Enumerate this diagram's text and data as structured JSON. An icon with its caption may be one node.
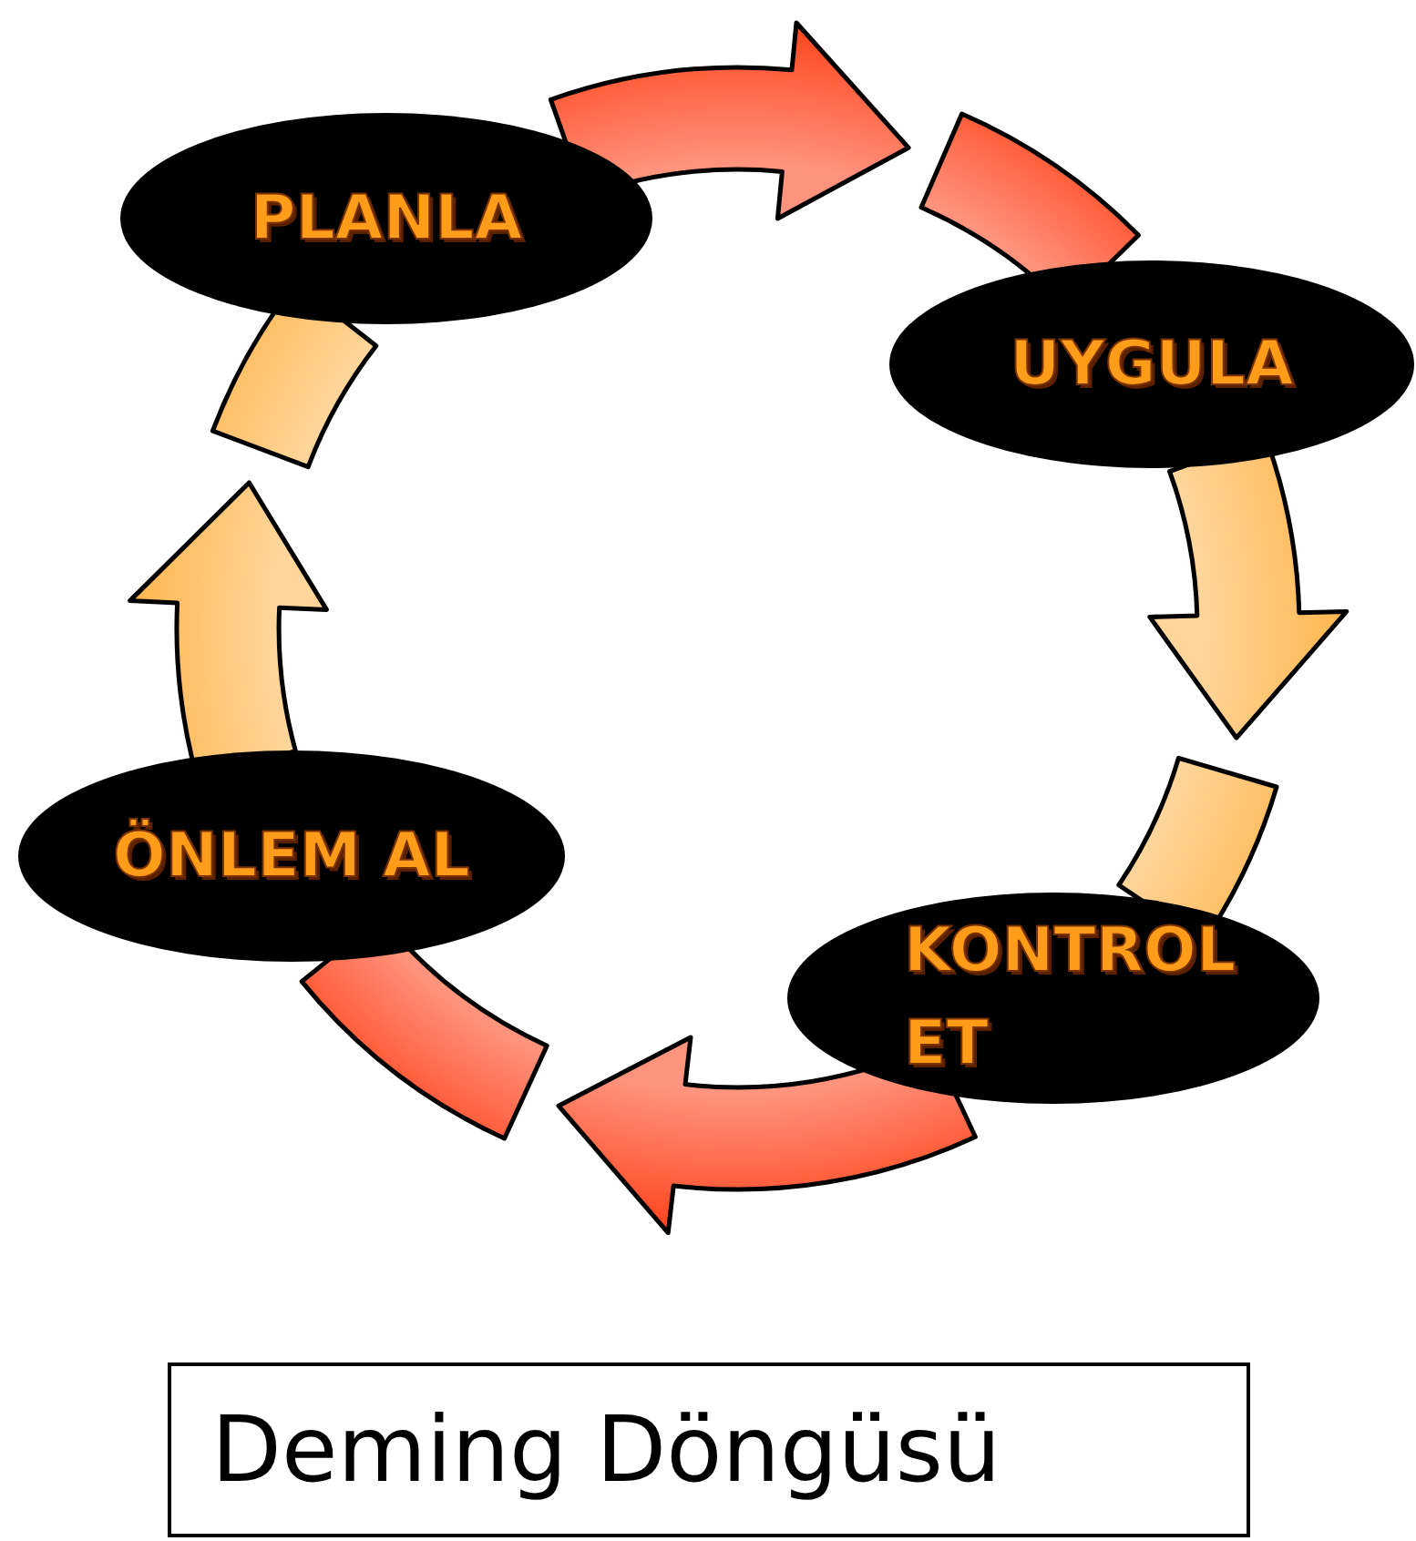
{
  "diagram": {
    "caption": "Deming Döngüsü",
    "nodes": [
      {
        "text": [
          "PLANLA"
        ]
      },
      {
        "text": [
          "UYGULA"
        ]
      },
      {
        "text": [
          "KONTROL ET"
        ]
      },
      {
        "text": [
          "ÖNLEM AL"
        ]
      }
    ],
    "edges": [
      {
        "from": 0,
        "to": 1,
        "arrow": "to",
        "color": "#ff3d14"
      },
      {
        "from": 1,
        "to": 2,
        "arrow": "to",
        "color": "#ffb347"
      },
      {
        "from": 2,
        "to": 3,
        "arrow": "to",
        "color": "#ff3d14"
      },
      {
        "from": 3,
        "to": 0,
        "arrow": "to",
        "color": "#ffb347"
      }
    ]
  }
}
